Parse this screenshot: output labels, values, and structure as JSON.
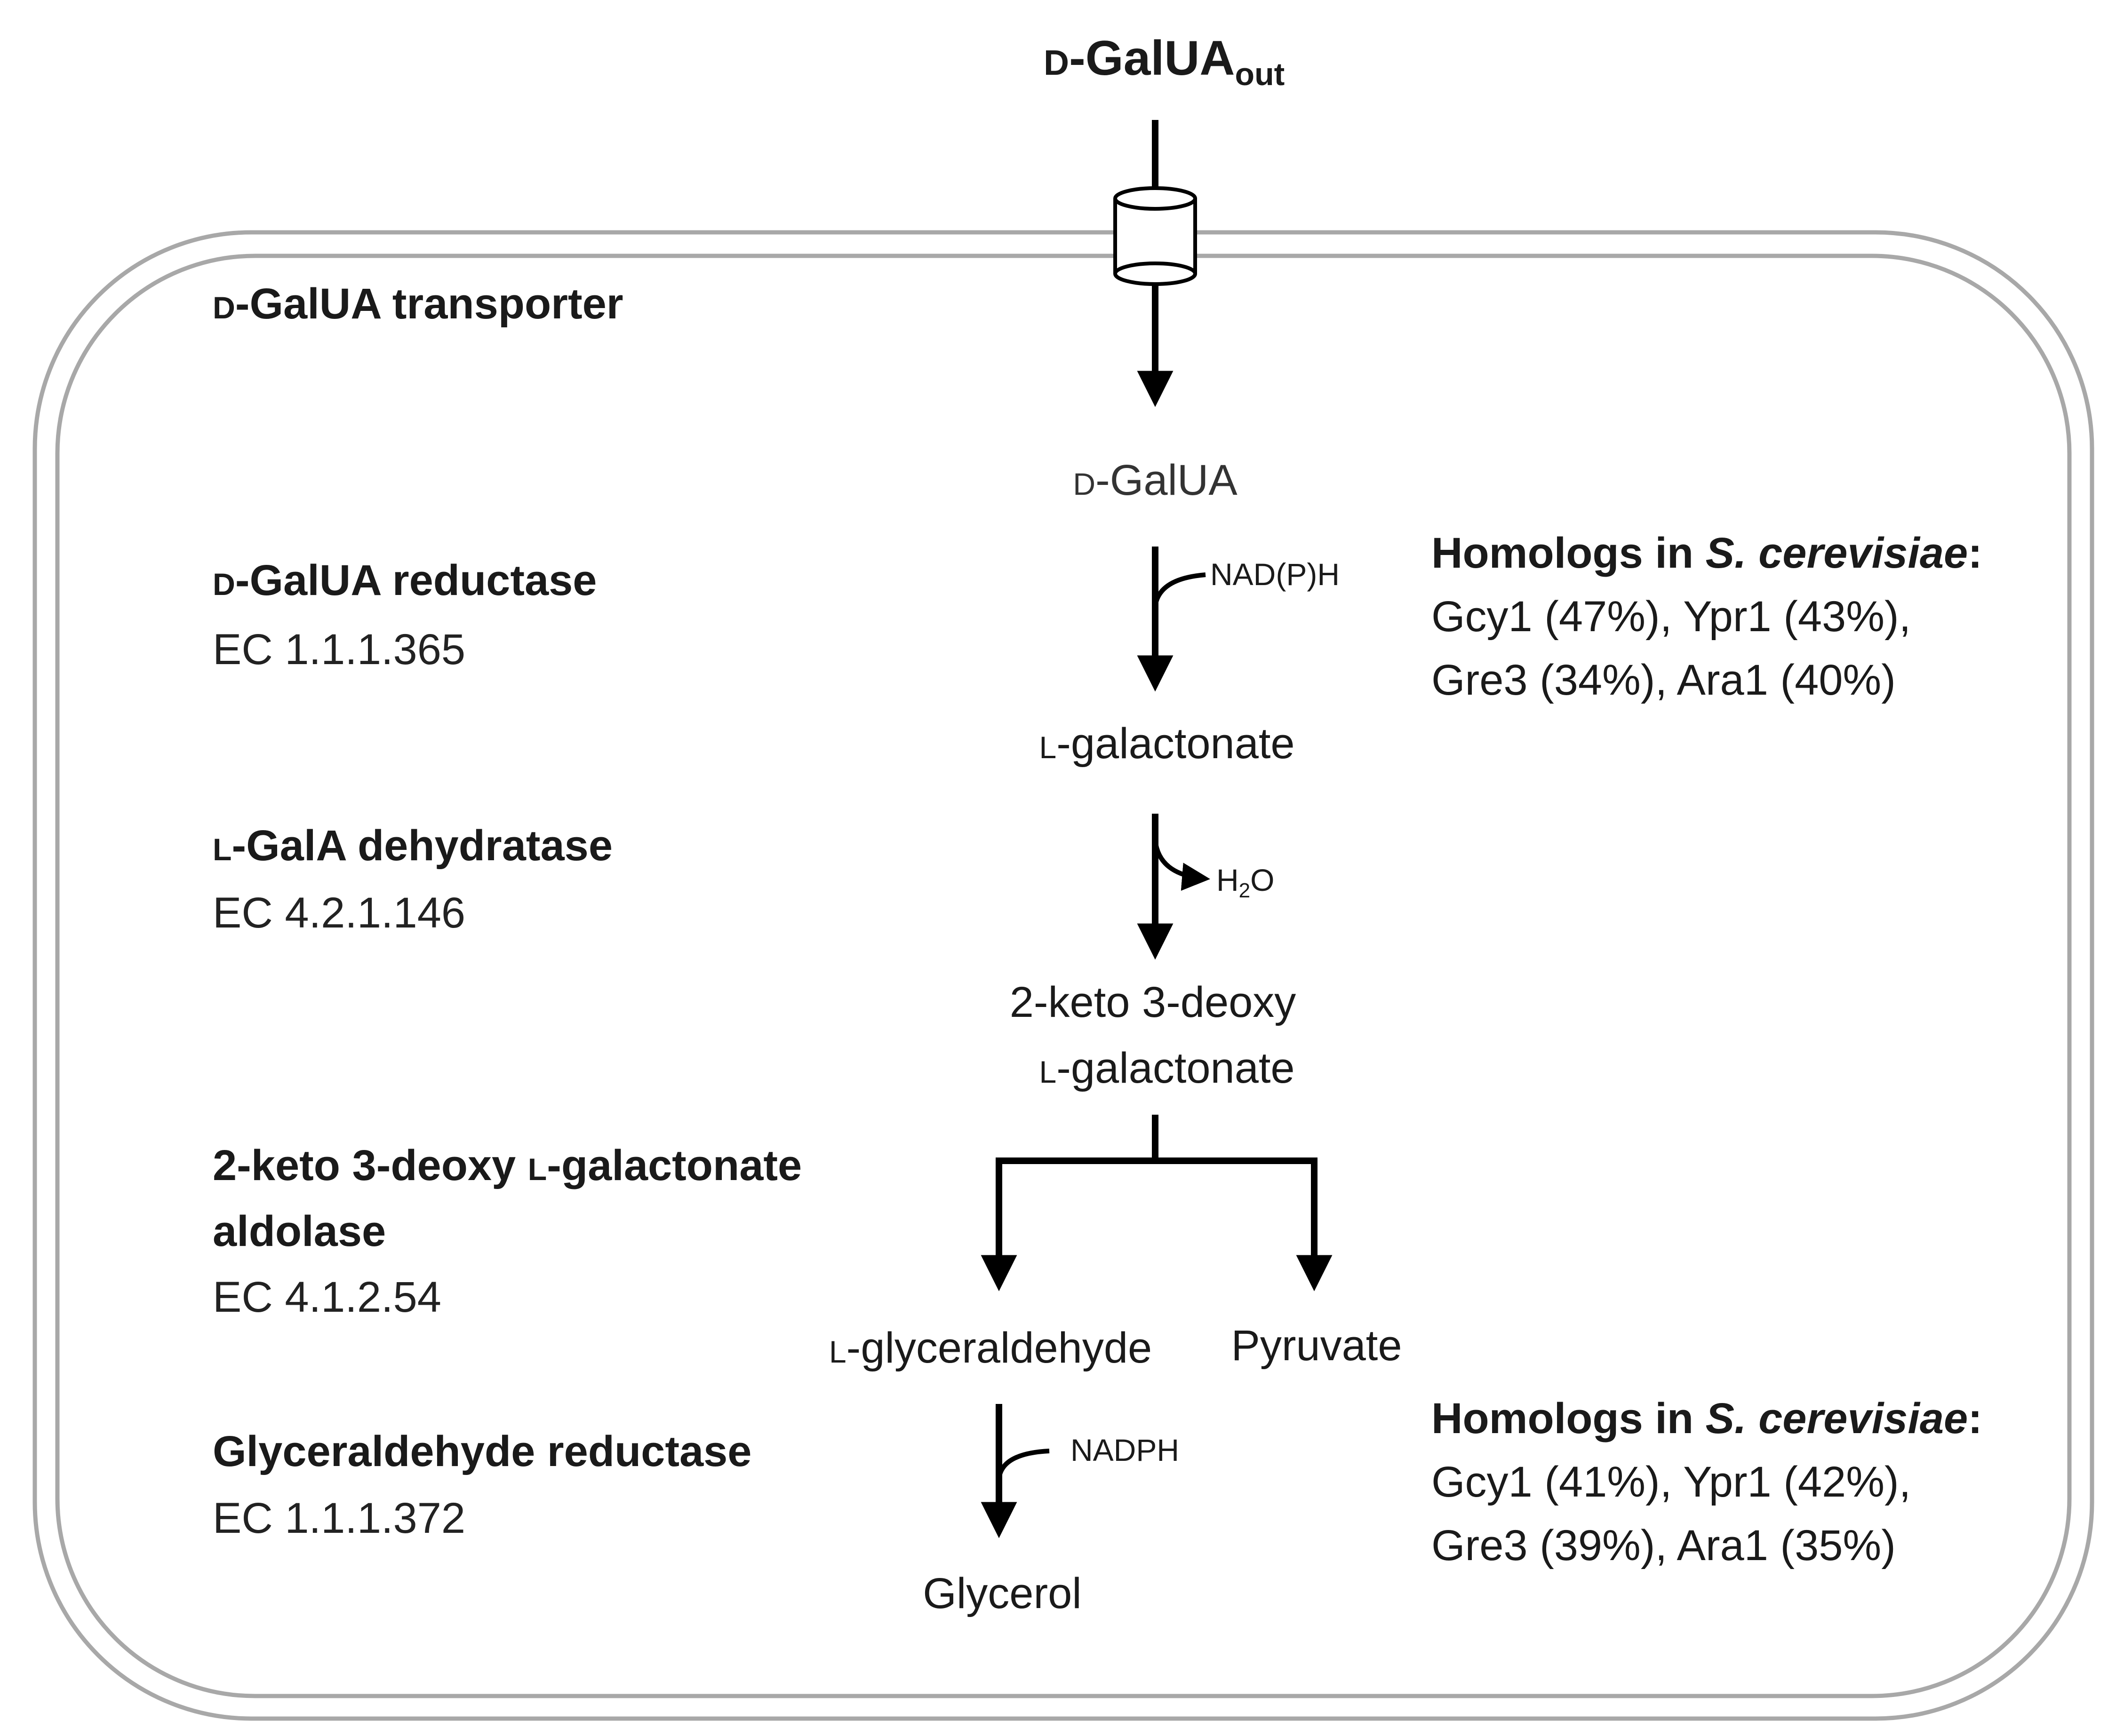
{
  "title": {
    "prefix": "D",
    "name": "-GalUA",
    "subscript": "out"
  },
  "enzymes": {
    "transporter": {
      "prefix": "D",
      "label": "-GalUA transporter"
    },
    "reductase": {
      "prefix": "D",
      "label": "-GalUA reductase",
      "ec": "EC 1.1.1.365"
    },
    "dehydratase": {
      "prefix": "L",
      "label": "-GalA dehydratase",
      "ec": "EC 4.2.1.146"
    },
    "aldolase": {
      "line1_a": "2-keto 3-deoxy ",
      "line1_prefix": "L",
      "line1_b": "-galactonate",
      "line2": "aldolase",
      "ec": "EC 4.1.2.54"
    },
    "glyceraldehyde_reductase": {
      "label": "Glyceraldehyde reductase",
      "ec": "EC 1.1.1.372"
    }
  },
  "metabolites": {
    "galua": {
      "prefix": "D",
      "label": "-GalUA"
    },
    "galactonate": {
      "prefix": "L",
      "label": "-galactonate"
    },
    "keto_deoxy": {
      "line1": "2-keto 3-deoxy",
      "line2_prefix": "L",
      "line2": "-galactonate"
    },
    "glyceraldehyde": {
      "prefix": "L",
      "label": "-glyceraldehyde"
    },
    "pyruvate": "Pyruvate",
    "glycerol": "Glycerol"
  },
  "cofactors": {
    "nadph_1": "NAD(P)H",
    "water": {
      "base": "H",
      "sub": "2",
      "tail": "O"
    },
    "nadph_2": "NADPH"
  },
  "homologs": [
    {
      "title_a": "Homologs in ",
      "title_species": "S. cerevisiae",
      "title_b": ":",
      "line1": "Gcy1 (47%), Ypr1 (43%),",
      "line2": "Gre3 (34%), Ara1 (40%)"
    },
    {
      "title_a": "Homologs in ",
      "title_species": "S. cerevisiae",
      "title_b": ":",
      "line1": "Gcy1 (41%), Ypr1 (42%),",
      "line2": "Gre3 (39%), Ara1 (35%)"
    }
  ],
  "colors": {
    "cell_border": "#a8a8a8",
    "arrow": "#000000",
    "text": "#1a1a1a"
  }
}
